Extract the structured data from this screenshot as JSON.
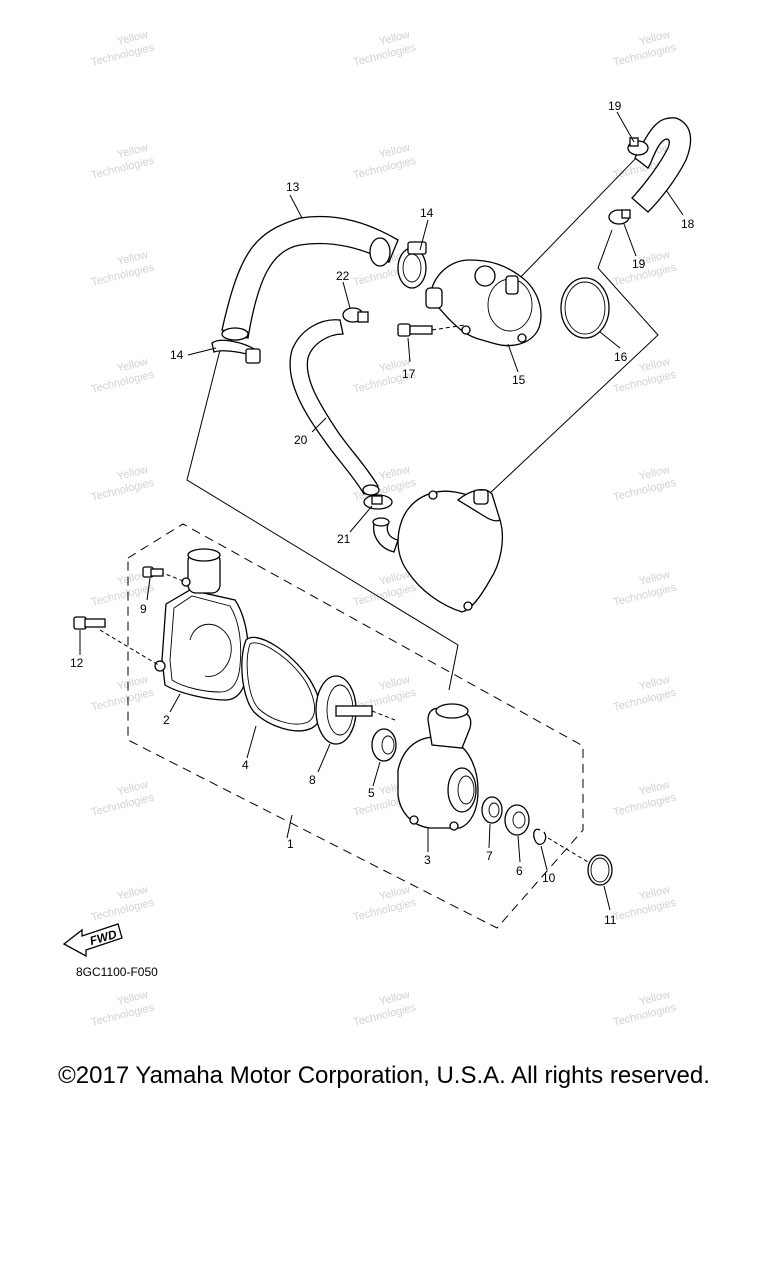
{
  "diagram": {
    "callouts": [
      "1",
      "2",
      "3",
      "4",
      "5",
      "6",
      "7",
      "8",
      "9",
      "10",
      "11",
      "12",
      "13",
      "14",
      "14",
      "15",
      "16",
      "17",
      "18",
      "19",
      "19",
      "20",
      "21",
      "22"
    ],
    "fwd_label": "FWD",
    "diagram_code": "8GC1100-F050",
    "watermark_lines": [
      "Yellow",
      "Technologies"
    ]
  },
  "footer": {
    "copyright": "©2017 Yamaha Motor Corporation, U.S.A. All rights reserved."
  }
}
